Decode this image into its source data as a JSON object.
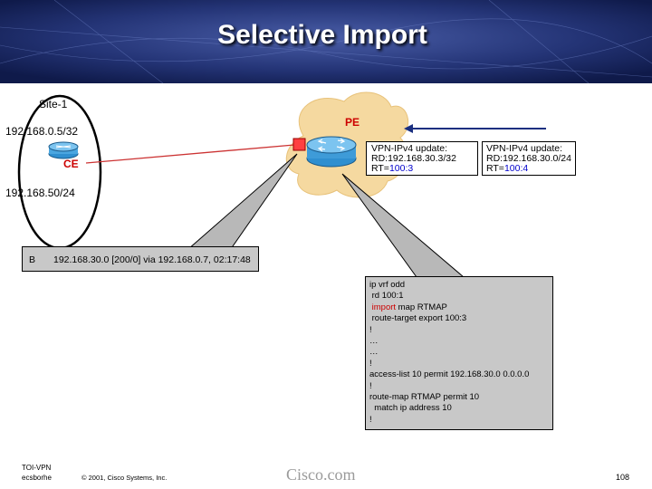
{
  "title": "Selective Import",
  "site_label": "Site-1",
  "ce_prefix_top": "192.168.0.5/32",
  "ce_label": "CE",
  "ce_prefix_bottom": "192.168.50/24",
  "pe_label": "PE",
  "update1": {
    "line1": "VPN-IPv4 update:",
    "line2": "RD:192.168.30.3/32",
    "rt_prefix": "RT=",
    "rt_value": "100:3"
  },
  "update2": {
    "line1": "VPN-IPv4 update:",
    "line2": "RD:192.168.30.0/24",
    "rt_prefix": "RT=",
    "rt_value": "100:4"
  },
  "route_entry": {
    "code": "B",
    "text": "192.168.30.0 [200/0] via 192.168.0.7, 02:17:48"
  },
  "config_lines": [
    "ip vrf odd",
    " rd 100:1",
    " import map RTMAP",
    " route-target export 100:3",
    "!",
    "…",
    "…",
    "!",
    "access-list 10 permit 192.168.30.0 0.0.0.0",
    "!",
    "route-map RTMAP permit 10",
    "  match ip address 10",
    "!"
  ],
  "config_import_keyword": "import",
  "footer": {
    "course_line1": "TOI-VPN",
    "course_line2": "ecsborhe",
    "copyright": "© 2001, Cisco Systems, Inc.",
    "brand": "Cisco.com",
    "page_number": "108"
  },
  "colors": {
    "banner": "#1c2a6b",
    "arrow": "#1a2f80",
    "cloud": "#f5d9a0",
    "config_bg": "#c8c8c8",
    "router": "#2f8fd0",
    "rt_value": "#0000cc",
    "pe_label": "#cc0000"
  }
}
